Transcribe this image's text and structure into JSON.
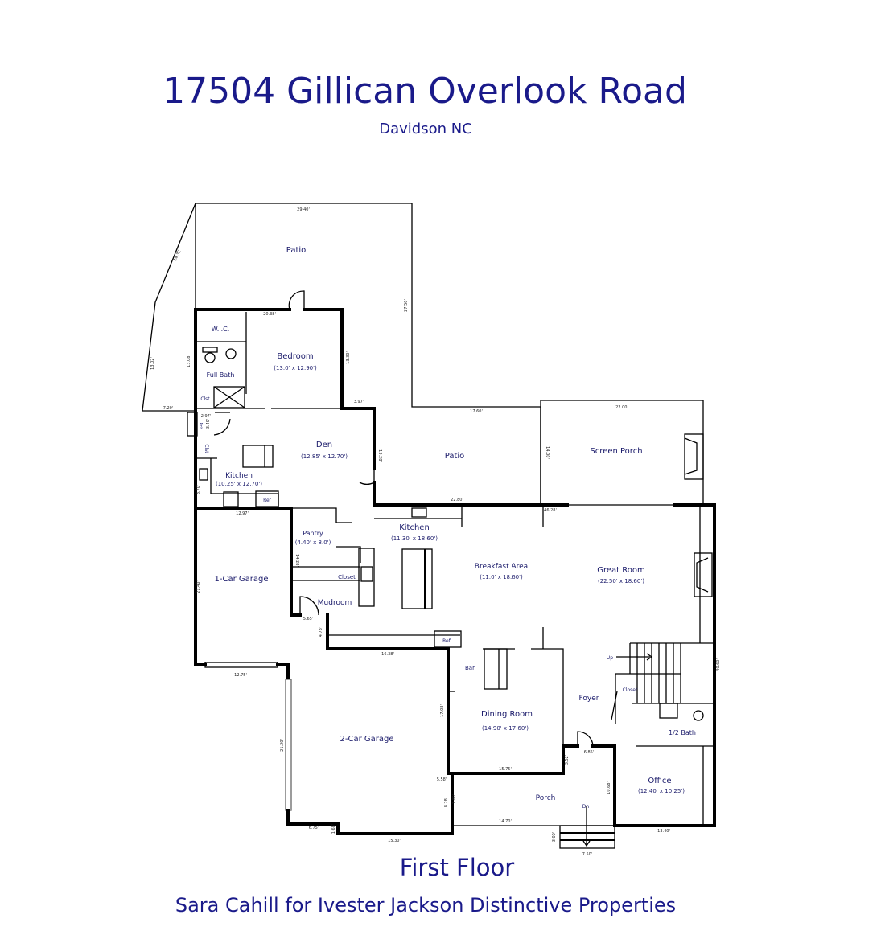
{
  "header": {
    "title": "17504 Gillican Overlook Road",
    "subtitle": "Davidson NC"
  },
  "floor_label": "First Floor",
  "footer": "Sara Cahill for Ivester Jackson Distinctive Properties",
  "colors": {
    "text": "#1a1a8a",
    "walls": "#000000"
  },
  "rooms": {
    "patio_upper": {
      "name": "Patio"
    },
    "wic": {
      "name": "W.I.C."
    },
    "bedroom": {
      "name": "Bedroom",
      "size": "(13.0' x 12.90')"
    },
    "full_bath": {
      "name": "Full Bath"
    },
    "clst": {
      "name": "Clst"
    },
    "pch": {
      "name": "Pch"
    },
    "clst2": {
      "name": "Clst"
    },
    "den": {
      "name": "Den",
      "size": "(12.85' x 12.70')"
    },
    "kitchen_small": {
      "name": "Kitchen",
      "size": "(10.25' x 12.70')"
    },
    "ref_small": {
      "name": "Ref"
    },
    "patio_mid": {
      "name": "Patio"
    },
    "screen_porch": {
      "name": "Screen Porch"
    },
    "kitchen": {
      "name": "Kitchen",
      "size": "(11.30' x 18.60')"
    },
    "pantry": {
      "name": "Pantry",
      "size": "(4.40' x 8.0')"
    },
    "closet_kitchen": {
      "name": "Closet"
    },
    "breakfast": {
      "name": "Breakfast Area",
      "size": "(11.0' x 18.60')"
    },
    "great_room": {
      "name": "Great Room",
      "size": "(22.50' x 18.60')"
    },
    "garage1": {
      "name": "1-Car Garage"
    },
    "mudroom": {
      "name": "Mudroom"
    },
    "ref": {
      "name": "Ref"
    },
    "bar": {
      "name": "Bar"
    },
    "up": {
      "name": "Up"
    },
    "closet_foyer": {
      "name": "Closet"
    },
    "foyer": {
      "name": "Foyer"
    },
    "dining": {
      "name": "Dining Room",
      "size": "(14.90' x 17.60')"
    },
    "half_bath": {
      "name": "1/2 Bath"
    },
    "garage2": {
      "name": "2-Car Garage"
    },
    "office": {
      "name": "Office",
      "size": "(12.40' x 10.25')"
    },
    "porch": {
      "name": "Porch"
    },
    "dn": {
      "name": "Dn"
    }
  },
  "dimensions": [
    "29.40'",
    "14.32'",
    "27.50'",
    "13.02'",
    "7.20'",
    "20.38'",
    "13.08'",
    "13.30'",
    "3.97'",
    "2.97'",
    "3.40'",
    "13.28'",
    "8.70'",
    "12.97'",
    "17.60'",
    "22.00'",
    "14.00'",
    "22.80'",
    "46.28'",
    "14.28'",
    "21.40'",
    "5.65'",
    "4.78'",
    "16.38'",
    "12.75'",
    "21.20'",
    "17.08'",
    "5.58'",
    "8.28'",
    "7.80'",
    "6.75'",
    "1.68'",
    "15.30'",
    "15.75'",
    "6.85'",
    "3.52'",
    "10.68'",
    "14.70'",
    "3.00'",
    "7.50'",
    "13.40'",
    "40.60'"
  ]
}
